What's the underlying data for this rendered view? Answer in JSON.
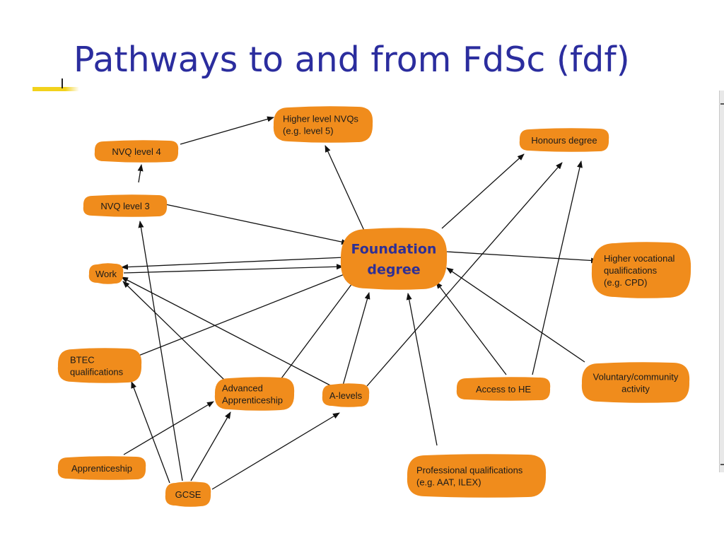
{
  "slide": {
    "title": "Pathways to and from FdSc (fdf)",
    "accent_color": "#f2d21c",
    "title_color": "#2b2d9e",
    "node_color": "#f08c1c"
  },
  "diagram": {
    "nodes": [
      {
        "id": "nvq3",
        "lines": [
          "NVQ level 3"
        ]
      },
      {
        "id": "nvq4",
        "lines": [
          "NVQ level 4"
        ]
      },
      {
        "id": "higher_nvq",
        "lines": [
          "Higher level NVQs",
          "(e.g. level 5)"
        ]
      },
      {
        "id": "honours",
        "lines": [
          "Honours degree"
        ]
      },
      {
        "id": "foundation",
        "lines": [
          "Foundation",
          "degree"
        ],
        "main": true
      },
      {
        "id": "work",
        "lines": [
          "Work"
        ]
      },
      {
        "id": "higher_voc",
        "lines": [
          "Higher vocational",
          "qualifications",
          "(e.g. CPD)"
        ]
      },
      {
        "id": "btec",
        "lines": [
          "BTEC",
          "qualifications"
        ]
      },
      {
        "id": "adv_app",
        "lines": [
          "Advanced",
          "Apprenticeship"
        ]
      },
      {
        "id": "alevels",
        "lines": [
          "A-levels"
        ]
      },
      {
        "id": "access_he",
        "lines": [
          "Access to HE"
        ]
      },
      {
        "id": "voluntary",
        "lines": [
          "Voluntary/community",
          "activity"
        ]
      },
      {
        "id": "apprenticeship",
        "lines": [
          "Apprenticeship"
        ]
      },
      {
        "id": "gcse",
        "lines": [
          "GCSE"
        ]
      },
      {
        "id": "professional",
        "lines": [
          "Professional qualifications",
          "(e.g. AAT, ILEX)"
        ]
      }
    ],
    "edges": [
      {
        "from": "nvq3",
        "to": "nvq4"
      },
      {
        "from": "nvq4",
        "to": "higher_nvq"
      },
      {
        "from": "nvq3",
        "to": "foundation"
      },
      {
        "from": "foundation",
        "to": "higher_nvq"
      },
      {
        "from": "foundation",
        "to": "honours"
      },
      {
        "from": "foundation",
        "to": "higher_voc"
      },
      {
        "from": "foundation",
        "to": "work"
      },
      {
        "from": "work",
        "to": "foundation"
      },
      {
        "from": "btec",
        "to": "foundation"
      },
      {
        "from": "adv_app",
        "to": "foundation"
      },
      {
        "from": "adv_app",
        "to": "work"
      },
      {
        "from": "alevels",
        "to": "foundation"
      },
      {
        "from": "alevels",
        "to": "work"
      },
      {
        "from": "alevels",
        "to": "honours"
      },
      {
        "from": "access_he",
        "to": "foundation"
      },
      {
        "from": "access_he",
        "to": "honours"
      },
      {
        "from": "voluntary",
        "to": "foundation"
      },
      {
        "from": "professional",
        "to": "foundation"
      },
      {
        "from": "apprenticeship",
        "to": "adv_app"
      },
      {
        "from": "gcse",
        "to": "nvq3"
      },
      {
        "from": "gcse",
        "to": "btec"
      },
      {
        "from": "gcse",
        "to": "adv_app"
      },
      {
        "from": "gcse",
        "to": "alevels"
      }
    ]
  }
}
